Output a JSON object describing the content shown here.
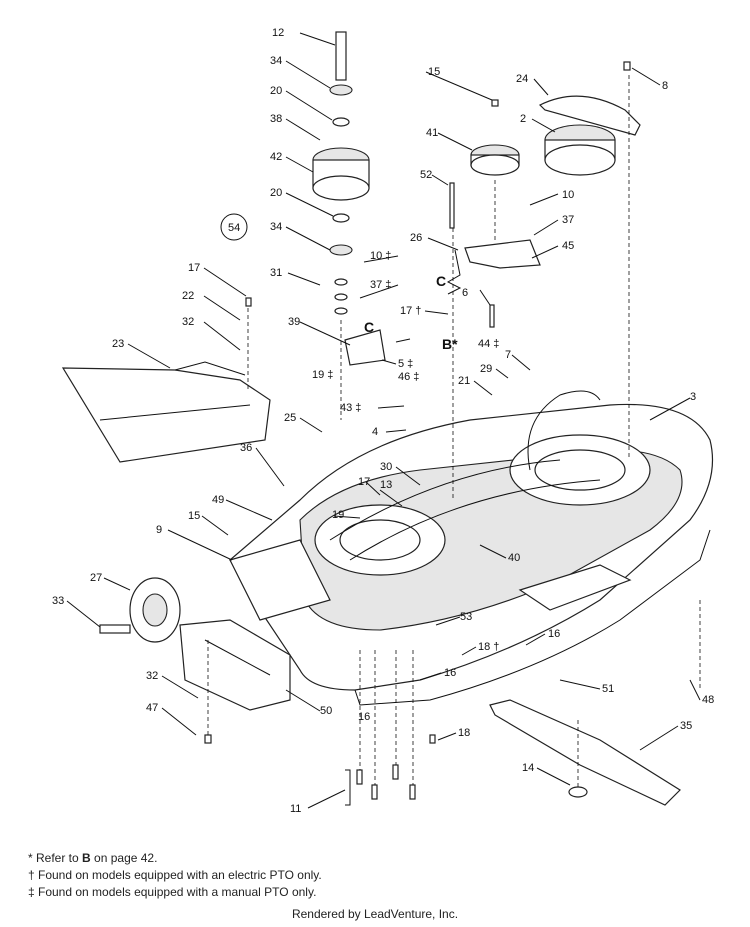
{
  "callouts": [
    {
      "id": "c12",
      "text": "12"
    },
    {
      "id": "c34a",
      "text": "34"
    },
    {
      "id": "c20a",
      "text": "20"
    },
    {
      "id": "c38",
      "text": "38"
    },
    {
      "id": "c42",
      "text": "42"
    },
    {
      "id": "c20b",
      "text": "20"
    },
    {
      "id": "c34b",
      "text": "34"
    },
    {
      "id": "c31",
      "text": "31"
    },
    {
      "id": "c17a",
      "text": "17"
    },
    {
      "id": "c22",
      "text": "22"
    },
    {
      "id": "c32a",
      "text": "32"
    },
    {
      "id": "c23",
      "text": "23"
    },
    {
      "id": "c39",
      "text": "39"
    },
    {
      "id": "c19",
      "text": "19 ‡"
    },
    {
      "id": "c25",
      "text": "25"
    },
    {
      "id": "c36",
      "text": "36"
    },
    {
      "id": "c49",
      "text": "49"
    },
    {
      "id": "c15a",
      "text": "15"
    },
    {
      "id": "c9",
      "text": "9"
    },
    {
      "id": "c27",
      "text": "27"
    },
    {
      "id": "c33",
      "text": "33"
    },
    {
      "id": "c32b",
      "text": "32"
    },
    {
      "id": "c47",
      "text": "47"
    },
    {
      "id": "c50",
      "text": "50"
    },
    {
      "id": "c11",
      "text": "11"
    },
    {
      "id": "c15b",
      "text": "15"
    },
    {
      "id": "c24",
      "text": "24"
    },
    {
      "id": "c8",
      "text": "8"
    },
    {
      "id": "c2",
      "text": "2"
    },
    {
      "id": "c41",
      "text": "41"
    },
    {
      "id": "c52",
      "text": "52"
    },
    {
      "id": "c10a",
      "text": "10"
    },
    {
      "id": "c37a",
      "text": "37"
    },
    {
      "id": "c45",
      "text": "45"
    },
    {
      "id": "c26",
      "text": "26"
    },
    {
      "id": "c10b",
      "text": "10 ‡"
    },
    {
      "id": "c37b",
      "text": "37 ‡"
    },
    {
      "id": "c6",
      "text": "6"
    },
    {
      "id": "c17b",
      "text": "17 †"
    },
    {
      "id": "c44",
      "text": "44 ‡"
    },
    {
      "id": "c7",
      "text": "7"
    },
    {
      "id": "c5",
      "text": "5 ‡"
    },
    {
      "id": "c46",
      "text": "46 ‡"
    },
    {
      "id": "c21",
      "text": "21"
    },
    {
      "id": "c29",
      "text": "29"
    },
    {
      "id": "c43",
      "text": "43 ‡"
    },
    {
      "id": "c4",
      "text": "4"
    },
    {
      "id": "c3",
      "text": "3"
    },
    {
      "id": "c30",
      "text": "30"
    },
    {
      "id": "c17c",
      "text": "17"
    },
    {
      "id": "c13",
      "text": "13"
    },
    {
      "id": "c19b",
      "text": "19"
    },
    {
      "id": "c40",
      "text": "40"
    },
    {
      "id": "c53",
      "text": "53"
    },
    {
      "id": "c18a",
      "text": "18 †"
    },
    {
      "id": "c16a",
      "text": "16"
    },
    {
      "id": "c16b",
      "text": "16"
    },
    {
      "id": "c16c",
      "text": "16"
    },
    {
      "id": "c51",
      "text": "51"
    },
    {
      "id": "c48",
      "text": "48"
    },
    {
      "id": "c18b",
      "text": "18"
    },
    {
      "id": "c35",
      "text": "35"
    },
    {
      "id": "c14",
      "text": "14"
    },
    {
      "id": "c54",
      "text": "54"
    },
    {
      "id": "cC1",
      "text": "C"
    },
    {
      "id": "cC2",
      "text": "C"
    },
    {
      "id": "cB",
      "text": "B*"
    }
  ],
  "notes": {
    "line1_prefix": "* Refer to ",
    "line1_ref": "B",
    "line1_suffix": " on page 42.",
    "line2": "† Found on models equipped with an electric PTO only.",
    "line3": "‡ Found on models equipped with a manual PTO only."
  },
  "footer": "Rendered by LeadVenture, Inc."
}
